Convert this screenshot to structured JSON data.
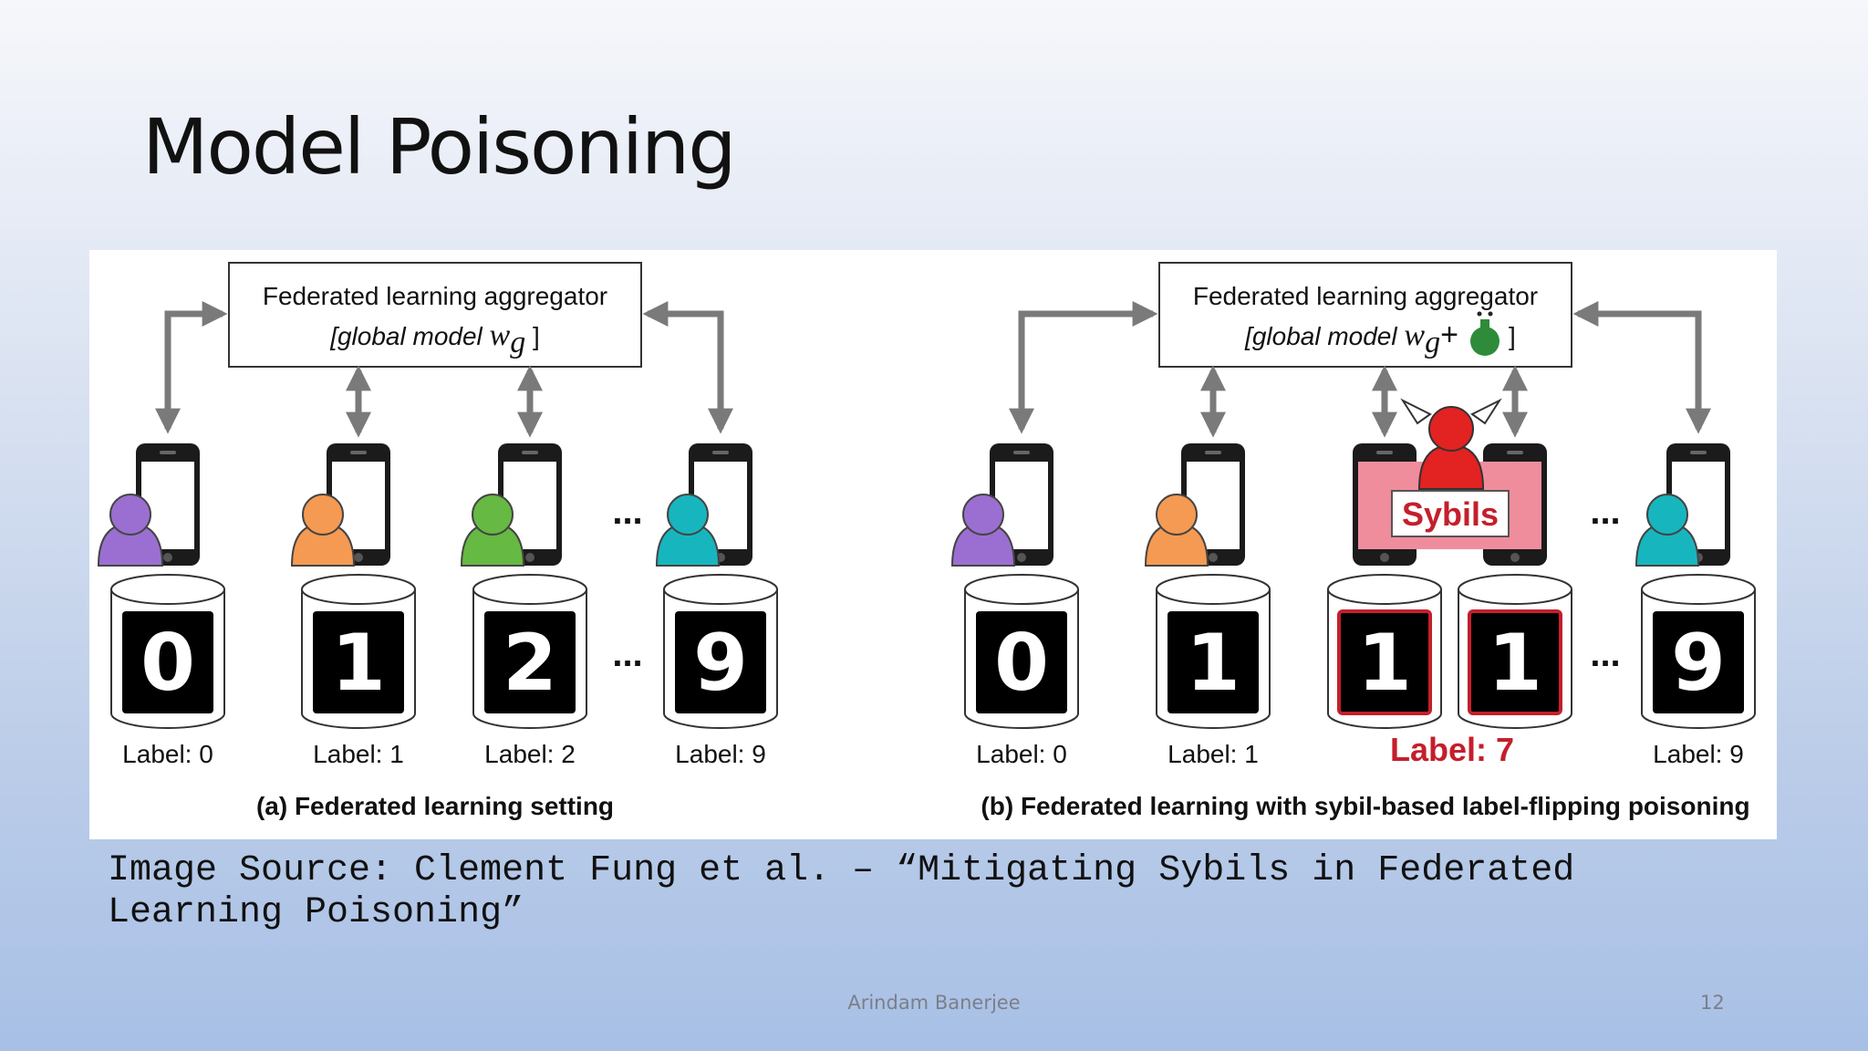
{
  "slide": {
    "title": "Model Poisoning",
    "caption": "Image Source: Clement Fung et al. – “Mitigating Sybils in Federated Learning Poisoning”",
    "author": "Arindam Banerjee",
    "page_number": "12"
  },
  "figure": {
    "left": {
      "aggregator_title": "Federated learning aggregator",
      "aggregator_model_prefix": "[global model ",
      "aggregator_model_symbol": "w",
      "aggregator_model_sub": "g",
      "aggregator_model_suffix": "]",
      "ellipsis": "...",
      "clients": [
        {
          "label": "Label: 0",
          "digit": "0",
          "person_color": "#9b6fd1"
        },
        {
          "label": "Label: 1",
          "digit": "1",
          "person_color": "#f59a52"
        },
        {
          "label": "Label: 2",
          "digit": "2",
          "person_color": "#66b942"
        },
        {
          "label": "Label: 9",
          "digit": "9",
          "person_color": "#17b6bf"
        }
      ],
      "subcaption": "(a) Federated learning setting"
    },
    "right": {
      "aggregator_title": "Federated learning aggregator",
      "aggregator_model_prefix": "[global model ",
      "aggregator_model_symbol": "w",
      "aggregator_model_sub": "g",
      "aggregator_model_plus": "+",
      "aggregator_model_suffix": "]",
      "ellipsis": "...",
      "sybils_label": "Sybils",
      "sybil_data_label": "Label: 7",
      "clients": [
        {
          "label": "Label: 0",
          "digit": "0",
          "person_color": "#9b6fd1"
        },
        {
          "label": "Label: 1",
          "digit": "1",
          "person_color": "#f59a52"
        },
        {
          "label": "Label: 9",
          "digit": "9",
          "person_color": "#17b6bf"
        }
      ],
      "sybil_digits": [
        "1",
        "1"
      ],
      "subcaption": "(b) Federated learning with sybil-based label-flipping poisoning"
    },
    "colors": {
      "arrow": "#7a7a7a",
      "sybil_red": "#e32222",
      "sybil_pink": "#ef8d9d",
      "sybil_text": "#c41f2b",
      "poison_green": "#2e8b3a"
    }
  }
}
